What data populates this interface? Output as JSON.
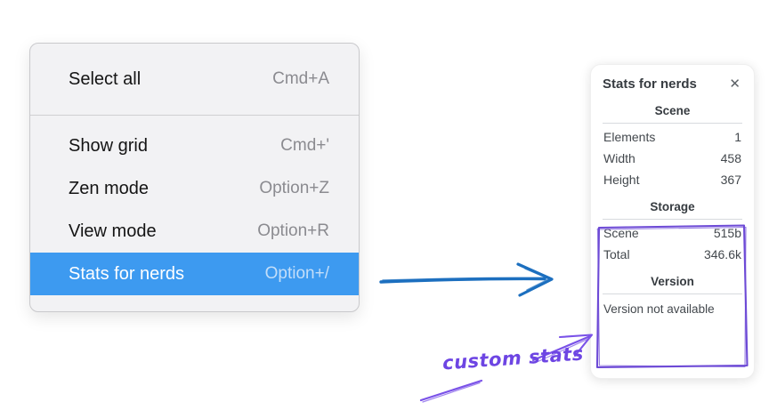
{
  "colors": {
    "menu_highlight": "#3d9af0",
    "flow_arrow": "#1c6fbf",
    "annotation_violet": "#6d45e3"
  },
  "context_menu": {
    "items": [
      {
        "label": "Select all",
        "shortcut": "Cmd+A"
      },
      {
        "label": "Show grid",
        "shortcut": "Cmd+'"
      },
      {
        "label": "Zen mode",
        "shortcut": "Option+Z"
      },
      {
        "label": "View mode",
        "shortcut": "Option+R"
      },
      {
        "label": "Stats for nerds",
        "shortcut": "Option+/"
      }
    ],
    "selected_item": "Stats for nerds"
  },
  "stats_panel": {
    "title": "Stats for nerds",
    "close_icon": "✕",
    "sections": [
      {
        "header": "Scene",
        "rows": [
          {
            "label": "Elements",
            "value": "1"
          },
          {
            "label": "Width",
            "value": "458"
          },
          {
            "label": "Height",
            "value": "367"
          }
        ]
      },
      {
        "header": "Storage",
        "rows": [
          {
            "label": "Scene",
            "value": "515b"
          },
          {
            "label": "Total",
            "value": "346.6k"
          }
        ]
      },
      {
        "header": "Version",
        "note": "Version not available"
      }
    ]
  },
  "annotation": {
    "label": "custom stats"
  }
}
